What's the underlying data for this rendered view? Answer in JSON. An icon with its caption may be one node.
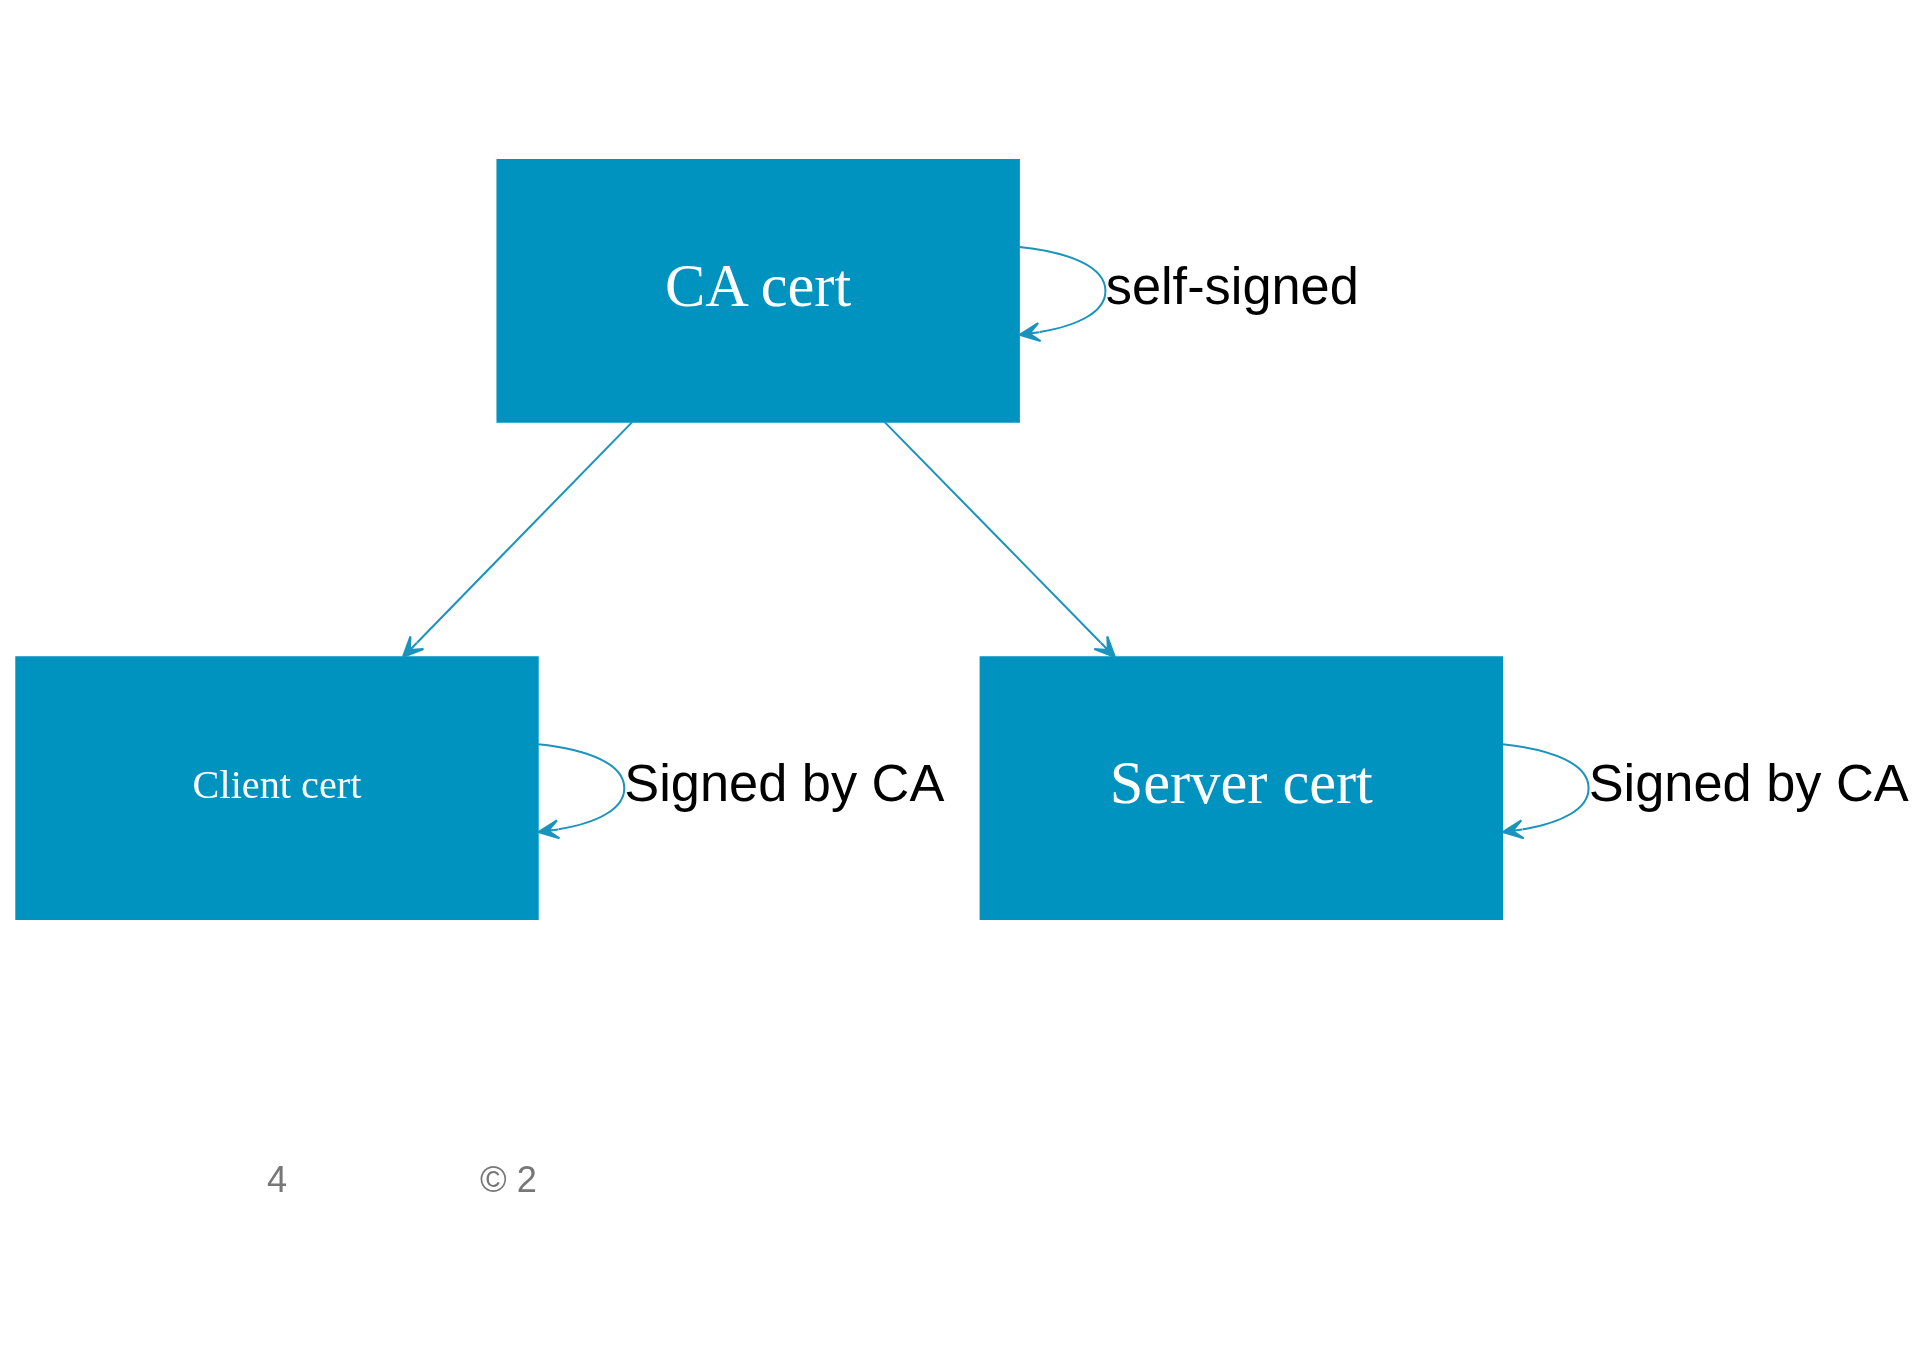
{
  "diagram": {
    "nodes": [
      {
        "text": [
          "CA cert"
        ]
      },
      {
        "text": [
          "Client cert"
        ]
      },
      {
        "text": [
          "Server cert"
        ]
      }
    ],
    "edges": [
      {
        "from": 0,
        "to": 0,
        "arrow": "to",
        "label": "self-signed"
      },
      {
        "from": 0,
        "to": 1,
        "arrow": "to"
      },
      {
        "from": 0,
        "to": 2,
        "arrow": "to"
      },
      {
        "from": 1,
        "to": 1,
        "arrow": "to",
        "label": "Signed by CA"
      },
      {
        "from": 2,
        "to": 2,
        "arrow": "to",
        "label": "Signed by CA"
      }
    ],
    "labels": [
      "4",
      "© 2"
    ]
  }
}
